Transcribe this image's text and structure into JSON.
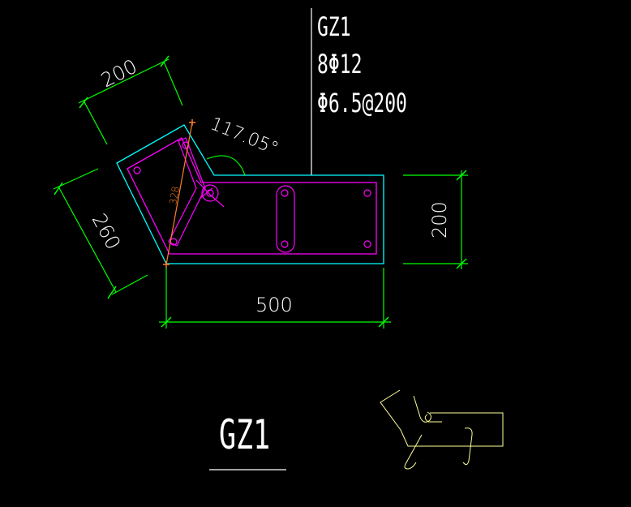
{
  "colors": {
    "background": "#000000",
    "dimension": "#00ff00",
    "outline": "#00ffff",
    "rebar": "#ff00ff",
    "text": "#ffffff",
    "marker": "#ff7f27",
    "sketch": "#ffff99"
  },
  "label": {
    "name": "GZ1",
    "main_bars": "8Φ12",
    "stirrups": "Φ6.5@200"
  },
  "dimensions": {
    "top_angled": "200",
    "left_angled": "260",
    "right_vertical": "200",
    "bottom_horizontal": "500",
    "angle": "117.05°",
    "diagonal": "328"
  },
  "title": "GZ1"
}
